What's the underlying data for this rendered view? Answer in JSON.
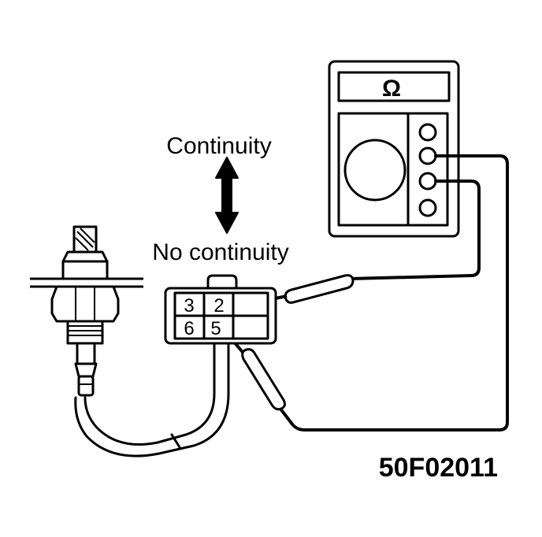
{
  "labels": {
    "continuity": "Continuity",
    "no_continuity": "No continuity",
    "ohm_symbol": "Ω",
    "figure_code": "50F02011"
  },
  "connector": {
    "top_row": [
      "3",
      "2",
      ""
    ],
    "bottom_row": [
      "6",
      "5",
      ""
    ]
  },
  "colors": {
    "line": "#000000",
    "background": "#ffffff"
  },
  "icons": [
    "ohmmeter-icon",
    "oxygen-sensor-icon",
    "connector-icon",
    "double-arrow-icon",
    "test-probe-icon"
  ]
}
